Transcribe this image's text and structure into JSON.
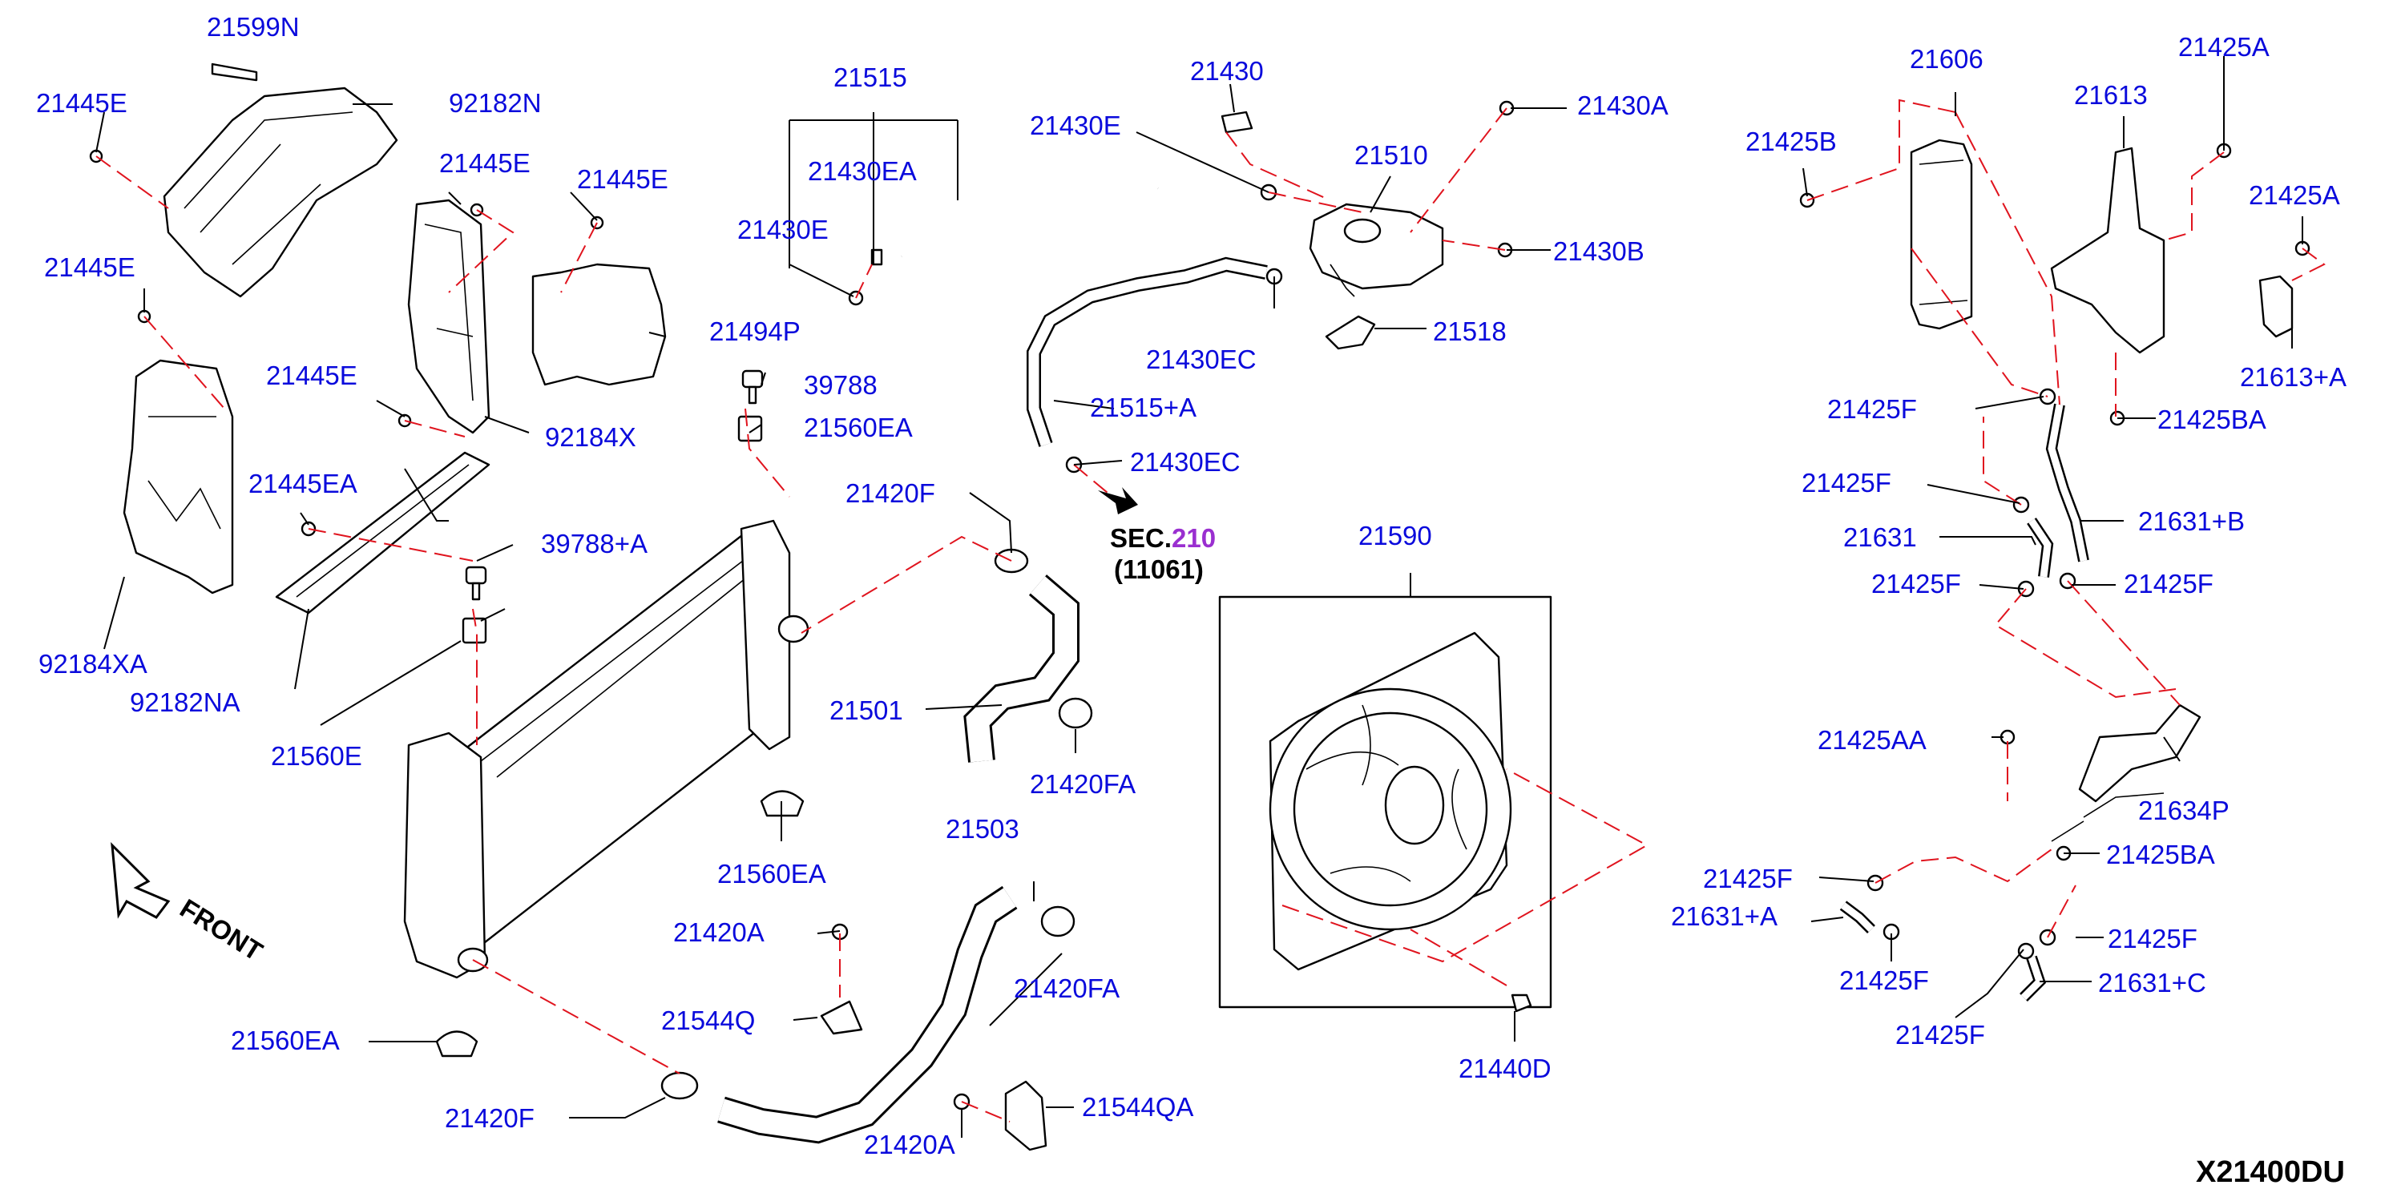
{
  "diagram": {
    "code": "X21400DU",
    "front_label": "FRONT",
    "sec_ref": {
      "prefix": "SEC.",
      "number": "210",
      "sub": "(11061)"
    },
    "labels": {
      "p21599N": "21599N",
      "p92182N": "92182N",
      "p21445E_1": "21445E",
      "p21445E_2": "21445E",
      "p21445E_3": "21445E",
      "p21445E_4": "21445E",
      "p21445E_5": "21445E",
      "p92184X": "92184X",
      "p92184XA": "92184XA",
      "p21445EA": "21445EA",
      "p92182NA": "92182NA",
      "p21560E": "21560E",
      "p21494P": "21494P",
      "p21515": "21515",
      "p21430EA": "21430EA",
      "p21430E_1": "21430E",
      "p21430E_2": "21430E",
      "p21430": "21430",
      "p21510": "21510",
      "p21430A": "21430A",
      "p21430B": "21430B",
      "p21518": "21518",
      "p21430EC_1": "21430EC",
      "p21430EC_2": "21430EC",
      "p21515A": "21515+A",
      "p39788": "39788",
      "p39788A": "39788+A",
      "p21560EA_1": "21560EA",
      "p21560EA_2": "21560EA",
      "p21560EA_3": "21560EA",
      "p21420F_1": "21420F",
      "p21420F_2": "21420F",
      "p21501": "21501",
      "p21420FA_1": "21420FA",
      "p21420FA_2": "21420FA",
      "p21503": "21503",
      "p21420A_1": "21420A",
      "p21420A_2": "21420A",
      "p21544Q": "21544Q",
      "p21544QA": "21544QA",
      "p21590": "21590",
      "p21440D": "21440D",
      "p21606": "21606",
      "p21613": "21613",
      "p21425A_1": "21425A",
      "p21425A_2": "21425A",
      "p21425B": "21425B",
      "p21613A": "21613+A",
      "p21425F_1": "21425F",
      "p21425F_2": "21425F",
      "p21425F_3": "21425F",
      "p21425F_4": "21425F",
      "p21425F_5": "21425F",
      "p21425F_6": "21425F",
      "p21425F_7": "21425F",
      "p21425F_8": "21425F",
      "p21425BA_1": "21425BA",
      "p21425BA_2": "21425BA",
      "p21631": "21631",
      "p21631B": "21631+B",
      "p21631A": "21631+A",
      "p21631C": "21631+C",
      "p21425AA": "21425AA",
      "p21634P": "21634P"
    }
  }
}
